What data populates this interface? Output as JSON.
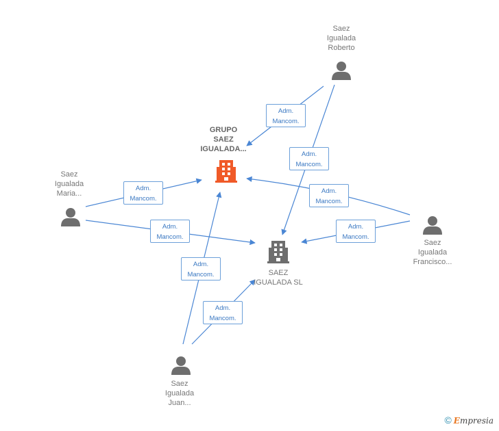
{
  "nodes": {
    "grupo": {
      "lines": [
        "GRUPO",
        "SAEZ",
        "IGUALADA..."
      ],
      "color": "#f05a28"
    },
    "saez_sl": {
      "lines": [
        "SAEZ",
        "IGUALADA SL"
      ],
      "color": "#777777"
    },
    "roberto": {
      "lines": [
        "Saez",
        "Igualada",
        "Roberto"
      ]
    },
    "maria": {
      "lines": [
        "Saez",
        "Igualada",
        "Maria..."
      ]
    },
    "francisco": {
      "lines": [
        "Saez",
        "Igualada",
        "Francisco..."
      ]
    },
    "juan": {
      "lines": [
        "Saez",
        "Igualada",
        "Juan..."
      ]
    }
  },
  "edge_label": {
    "line1": "Adm.",
    "line2": "Mancom."
  },
  "colors": {
    "edge": "#4a86d4",
    "person": "#6e6e6e"
  },
  "footer": {
    "copyright": "©",
    "brand_first": "E",
    "brand_rest": "mpresia"
  }
}
